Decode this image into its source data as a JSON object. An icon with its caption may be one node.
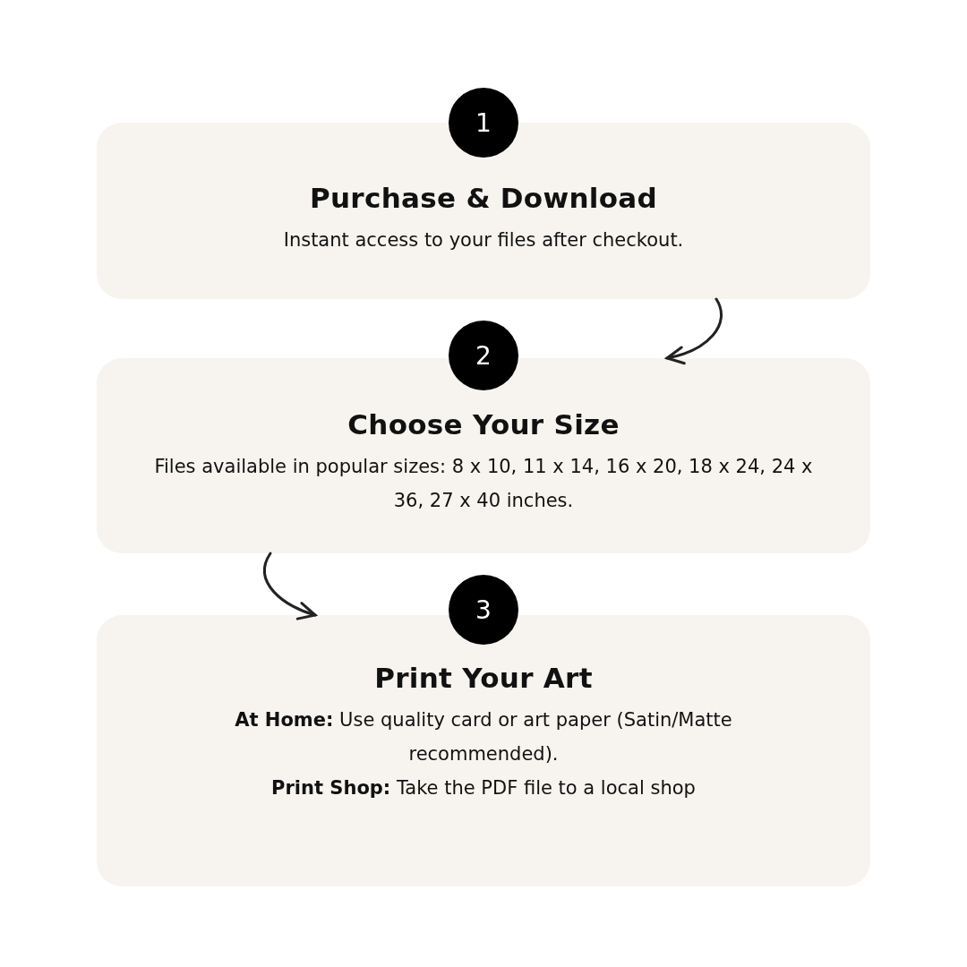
{
  "diagram": {
    "nodes": [
      {
        "text": [
          "1"
        ]
      },
      {
        "text": [
          "Purchase & Download",
          "Instant access to your files after checkout."
        ]
      },
      {
        "text": [
          "2"
        ]
      },
      {
        "text": [
          "Choose Your Size",
          "Files available in popular sizes: 8 x 10, 11 x 14, 16 x 20, 18 x 24, 24 x 36, 27 x 40 inches."
        ]
      },
      {
        "text": [
          "3"
        ]
      },
      {
        "text": [
          "Print Your Art",
          "**At Home:** Use quality card or art paper (Satin/Matte recommended).",
          "**Print Shop:** Take the PDF file to a local shop"
        ]
      }
    ],
    "edges": [
      {
        "from": 1,
        "to": 3,
        "arrow": "to"
      },
      {
        "from": 3,
        "to": 5,
        "arrow": "to"
      }
    ]
  }
}
